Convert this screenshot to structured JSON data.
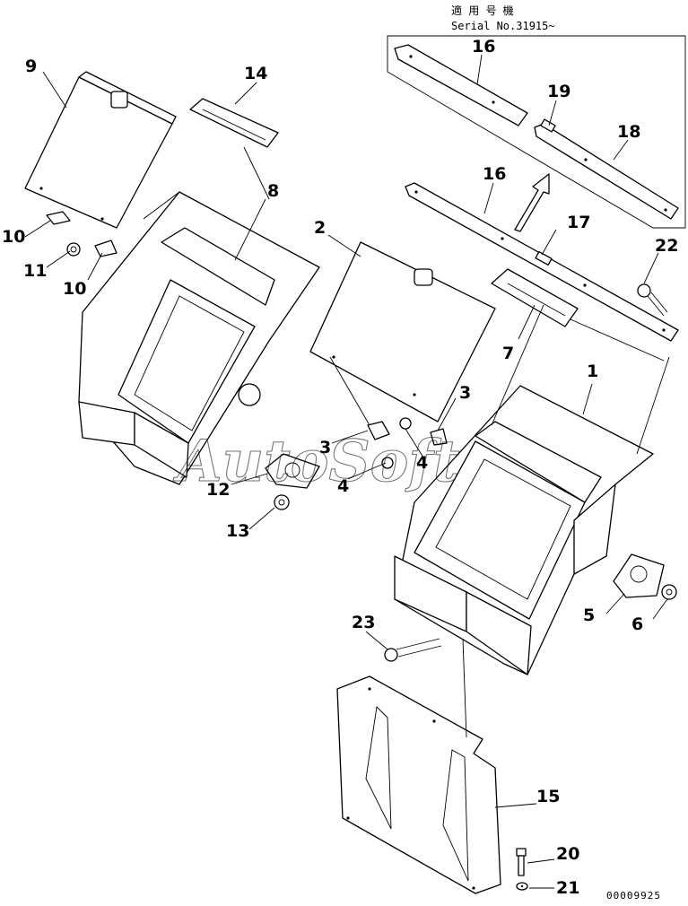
{
  "header": {
    "applicability": "適 用 号 機",
    "serial": "Serial No.31915~"
  },
  "watermark": "AutoSoft",
  "drawing_code": "00009925",
  "callouts": [
    {
      "id": "c9",
      "label": "9"
    },
    {
      "id": "c14",
      "label": "14"
    },
    {
      "id": "c8",
      "label": "8"
    },
    {
      "id": "c10a",
      "label": "10"
    },
    {
      "id": "c11",
      "label": "11"
    },
    {
      "id": "c10b",
      "label": "10"
    },
    {
      "id": "c2",
      "label": "2"
    },
    {
      "id": "c16a",
      "label": "16"
    },
    {
      "id": "c19",
      "label": "19"
    },
    {
      "id": "c18",
      "label": "18"
    },
    {
      "id": "c16b",
      "label": "16"
    },
    {
      "id": "c17",
      "label": "17"
    },
    {
      "id": "c22",
      "label": "22"
    },
    {
      "id": "c7",
      "label": "7"
    },
    {
      "id": "c1",
      "label": "1"
    },
    {
      "id": "c3a",
      "label": "3"
    },
    {
      "id": "c3b",
      "label": "3"
    },
    {
      "id": "c4a",
      "label": "4"
    },
    {
      "id": "c4b",
      "label": "4"
    },
    {
      "id": "c12",
      "label": "12"
    },
    {
      "id": "c13",
      "label": "13"
    },
    {
      "id": "c5",
      "label": "5"
    },
    {
      "id": "c6",
      "label": "6"
    },
    {
      "id": "c23",
      "label": "23"
    },
    {
      "id": "c15",
      "label": "15"
    },
    {
      "id": "c20",
      "label": "20"
    },
    {
      "id": "c21",
      "label": "21"
    }
  ]
}
